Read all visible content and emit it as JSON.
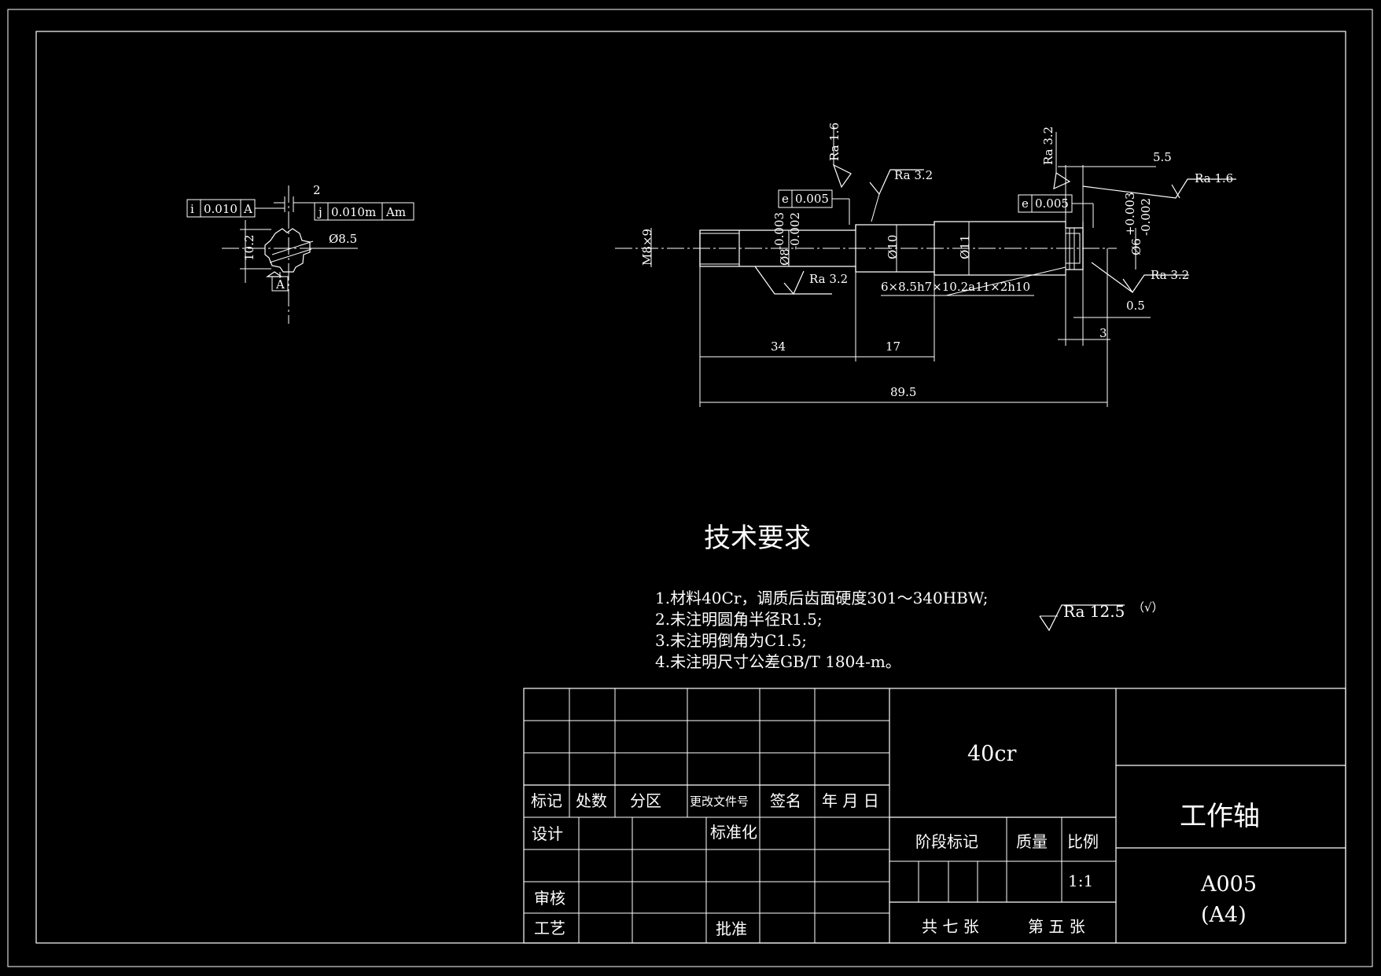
{
  "colors": {
    "background": "#000000",
    "line": "#ffffff"
  },
  "section_view": {
    "fcf_left": {
      "symbol": "i",
      "value": "0.010",
      "datum": "A"
    },
    "fcf_right": {
      "symbol": "j",
      "value": "0.010m",
      "datum": "Am"
    },
    "dim_top": "2",
    "dim_width": "10.2",
    "dim_dia": "Ø8.5",
    "datum_label": "A"
  },
  "shaft_view": {
    "ra": [
      "Ra 1.6",
      "Ra 3.2",
      "Ra 3.2",
      "Ra 3.2",
      "Ra 1.6",
      "Ra 3.2"
    ],
    "fcf1": {
      "symbol": "e",
      "value": "0.005"
    },
    "fcf2": {
      "symbol": "e",
      "value": "0.005"
    },
    "thread": "M8×9",
    "dia8": "Ø8",
    "tol8_upper": "-0.003",
    "tol8_lower": "-0.002",
    "dia10": "Ø10",
    "dia11": "Ø11",
    "dia6": "Ø6",
    "tol6_upper": "+0.003",
    "tol6_lower": "-0.002",
    "spline": "6×8.5h7×10.2a11×2h10",
    "dim_5_5": "5.5",
    "dim_0_5": "0.5",
    "dim_3": "3",
    "dim_34": "34",
    "dim_17": "17",
    "dim_89_5": "89.5"
  },
  "tech_req": {
    "title": "技术要求",
    "items": [
      "1.材料40Cr，调质后齿面硬度301～340HBW;",
      "2.未注明圆角半径R1.5;",
      "3.未注明倒角为C1.5;",
      "4.未注明尺寸公差GB/T 1804-m。"
    ],
    "general_ra": "Ra 12.5",
    "general_ra_note": "（√）"
  },
  "title_block": {
    "headers": [
      "标记",
      "处数",
      "分区",
      "更改文件号",
      "签名",
      "年 月 日"
    ],
    "design": "设计",
    "standardization": "标准化",
    "review": "审核",
    "process": "工艺",
    "approve": "批准",
    "material": "40cr",
    "stage_mark": "阶段标记",
    "mass": "质量",
    "scale_label": "比例",
    "scale_value": "1:1",
    "total_sheets": "共 七 张",
    "sheet_no": "第 五 张",
    "part_name": "工作轴",
    "drawing_no": "A005",
    "drawing_format": "(A4)"
  }
}
